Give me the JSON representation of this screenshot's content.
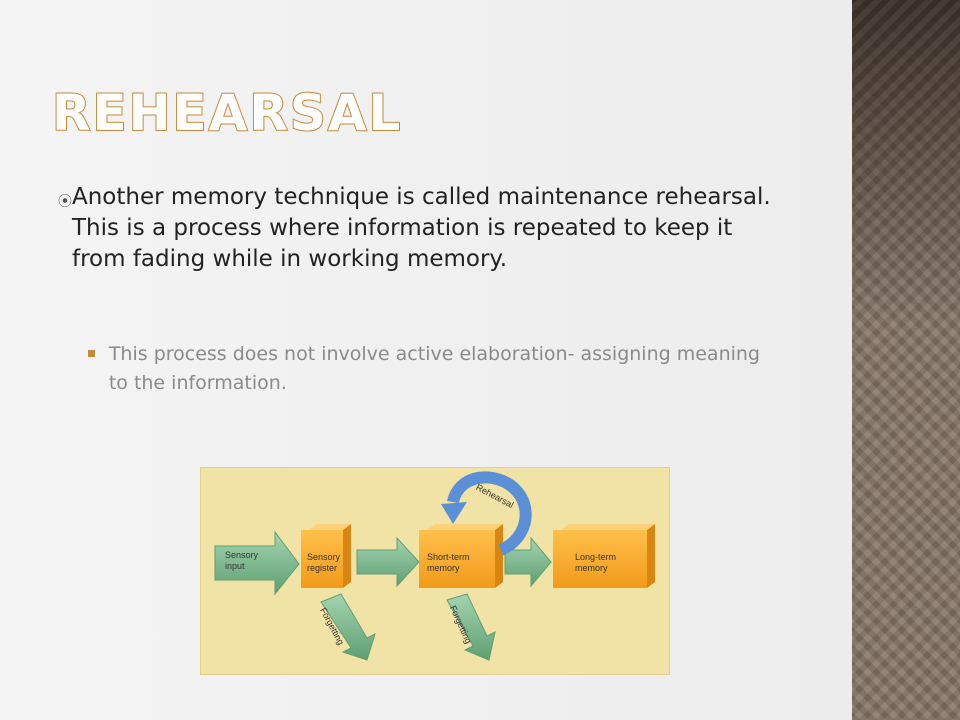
{
  "slide": {
    "title": "Rehearsal",
    "bullets": [
      {
        "text": "Another memory technique is called maintenance rehearsal.  This is a process where information is repeated to keep it from fading while in working memory."
      },
      {
        "text": "This process does not involve active elaboration- assigning meaning to the information."
      }
    ],
    "bullet_icons": [
      "circled-dot-icon",
      "square-bullet-icon"
    ]
  },
  "diagram": {
    "labels": {
      "sensory_input": "Sensory input",
      "sensory_register": "Sensory register",
      "short_term": "Short-term memory",
      "long_term": "Long-term memory",
      "rehearsal": "Rehearsal",
      "forgetting_1": "Forgetting",
      "forgetting_2": "Forgetting"
    },
    "colors": {
      "background": "#f1e2a6",
      "box": "#f5a623",
      "arrow": "#79b58c",
      "rehearsal_arrow": "#5b8fd6",
      "title_outline": "#c58a3a"
    }
  }
}
